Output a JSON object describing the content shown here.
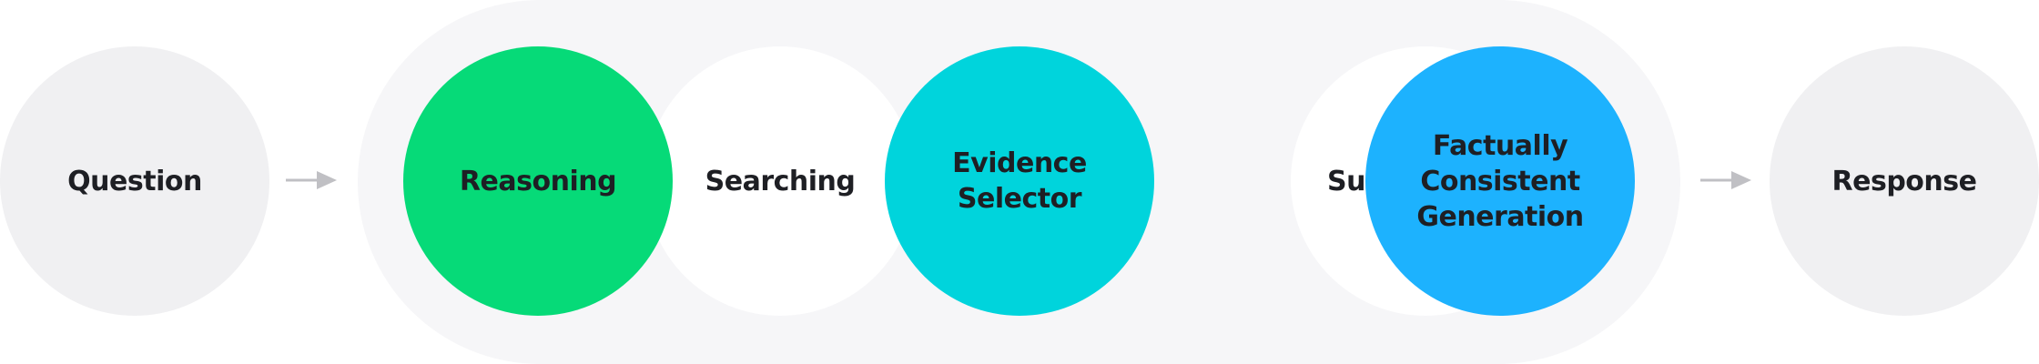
{
  "diagram": {
    "colors": {
      "pipeline_background": "#f6f6f8",
      "io_circle": "#f0f0f2",
      "step_plain": "#ffffff",
      "reasoning": "#06da78",
      "evidence_selector": "#00d4dc",
      "factual_generation": "#1db2fe",
      "arrow": "#c0c0c4",
      "text": "#1e1f24"
    },
    "input": {
      "label": "Question"
    },
    "output": {
      "label": "Response"
    },
    "steps": [
      {
        "label": "Reasoning"
      },
      {
        "label": "Searching"
      },
      {
        "label": "Evidence\nSelector"
      },
      {
        "label": "Summarizing"
      },
      {
        "label": "Factually\nConsistent\nGeneration"
      }
    ],
    "arrow_icon": "right-arrow-icon"
  }
}
